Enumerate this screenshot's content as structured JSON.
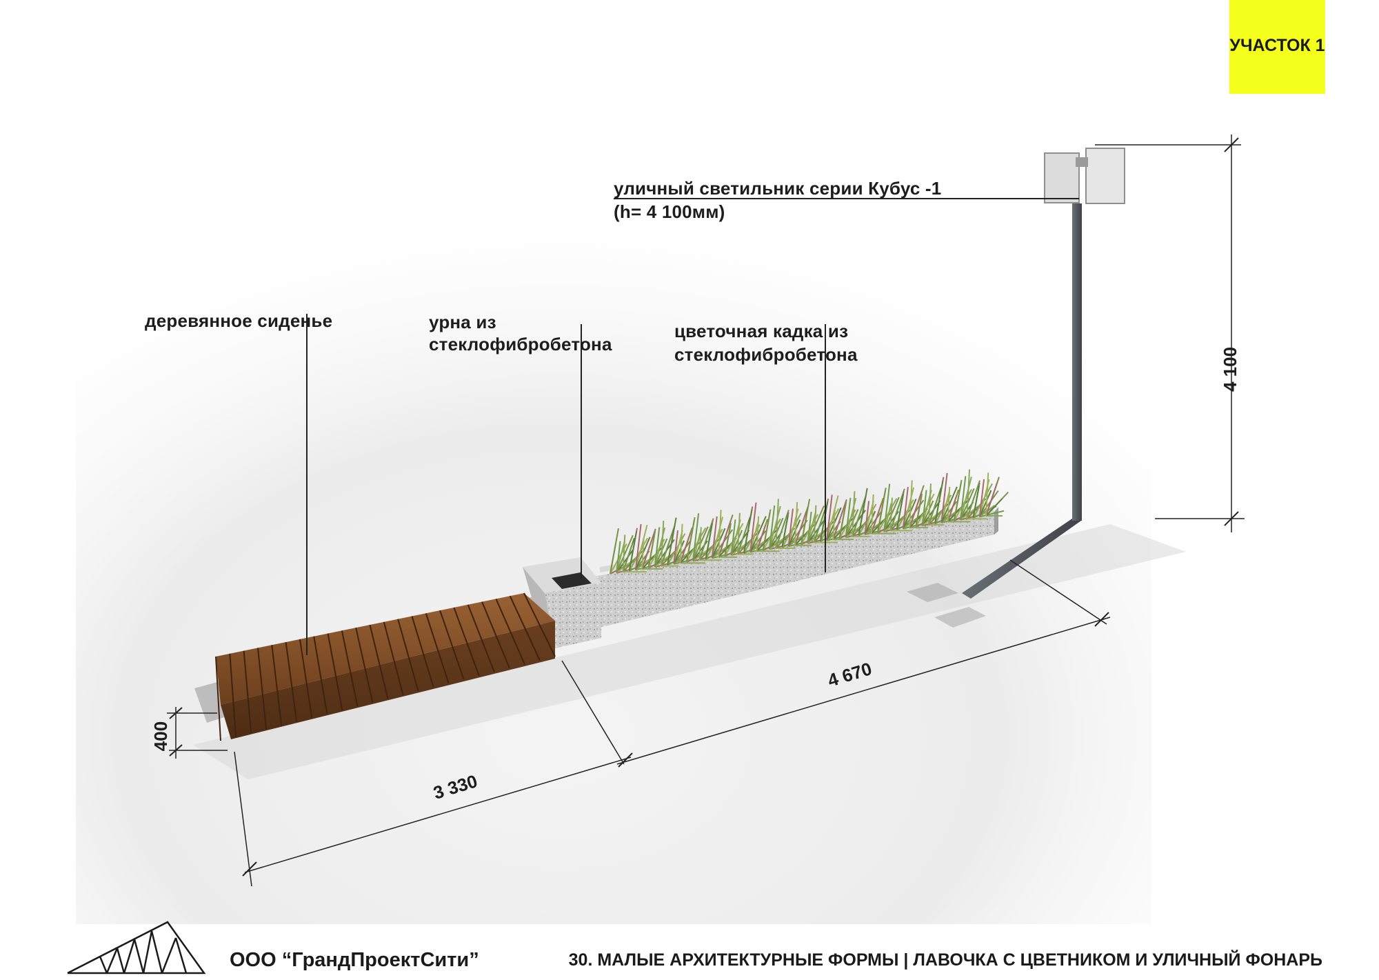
{
  "badge": {
    "label": "УЧАСТОК 1"
  },
  "callouts": {
    "lamp_line1": "уличный светильник серии Кубус -1",
    "lamp_line2": "(h= 4 100мм)",
    "seat": "деревянное сиденье",
    "urn_line1": "урна из",
    "urn_line2": "стеклофибробетона",
    "planter_line1": "цветочная кадка из",
    "planter_line2": "стеклофибробетона"
  },
  "dimensions": {
    "lamp_height": "4 100",
    "seat_height": "400",
    "bench_length": "3 330",
    "planter_length": "4 670"
  },
  "footer": {
    "company": "ООО “ГрандПроектСити”",
    "sheet_title": "30. МАЛЫЕ АРХИТЕКТУРНЫЕ ФОРМЫ | ЛАВОЧКА С ЦВЕТНИКОМ И УЛИЧНЫЙ ФОНАРЬ"
  },
  "colors": {
    "accent": "#f4ff1b",
    "wood": "#7a4a26",
    "concrete": "#c9c9c9",
    "pole": "#5b5f66",
    "grass": "#6f9a4a"
  },
  "icons": {
    "logo": "triangular-truss-logo-icon"
  }
}
